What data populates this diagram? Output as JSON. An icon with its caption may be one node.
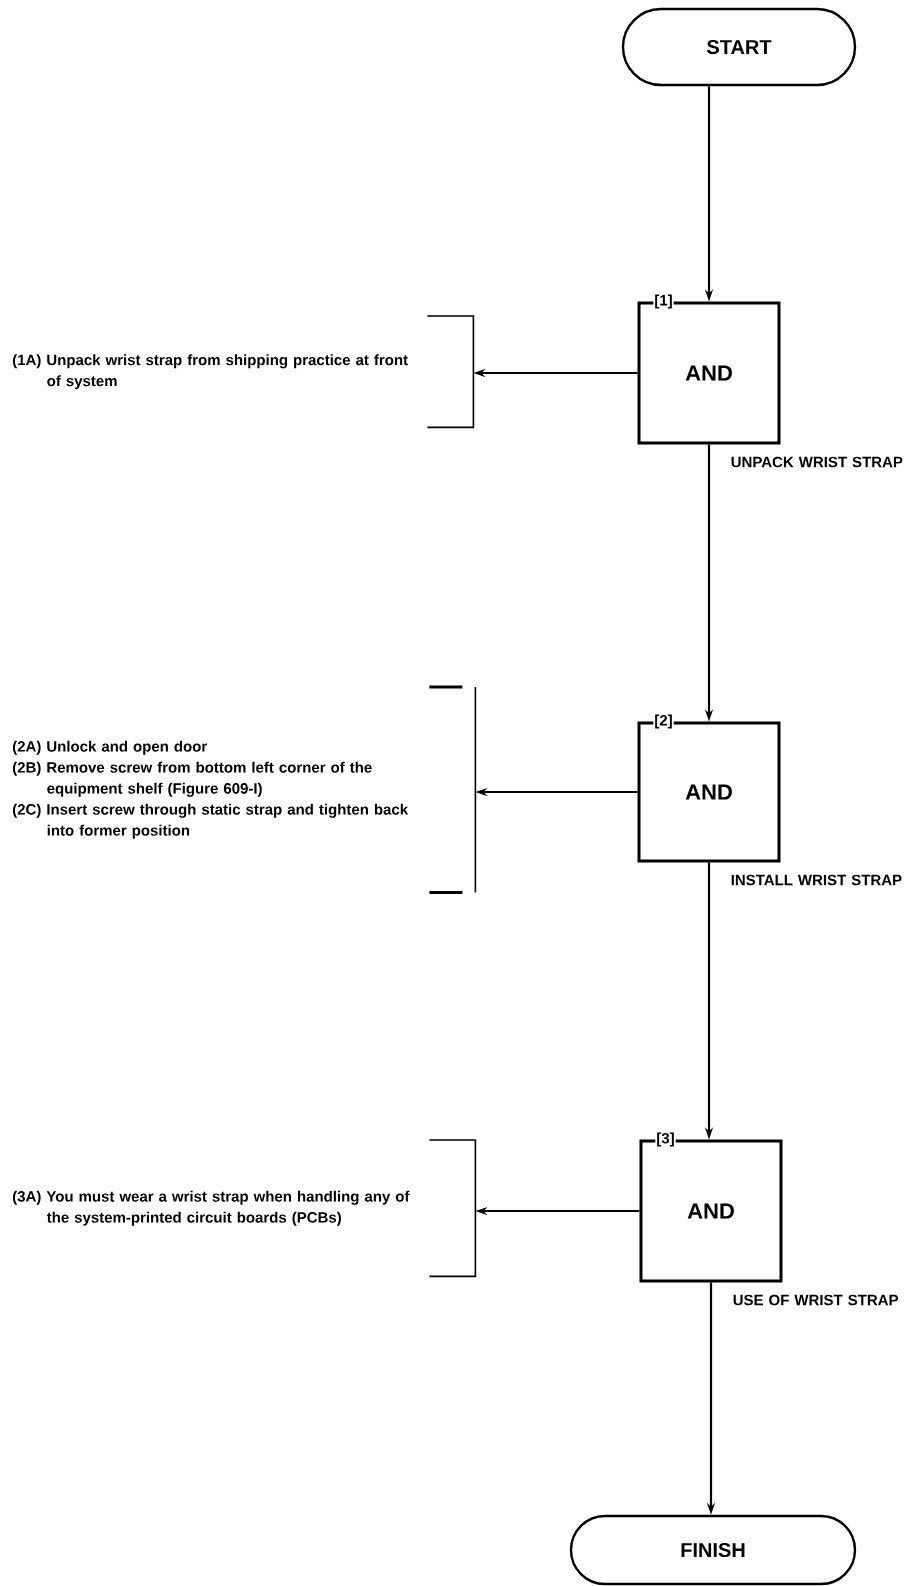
{
  "diagram": {
    "nodes": [
      {
        "text": [
          "START"
        ]
      },
      {
        "text": [
          "[1]",
          "AND"
        ],
        "beside": [
          "UNPACK WRIST STRAP"
        ]
      },
      {
        "text": [
          "(1A) Unpack wrist strap from shipping practice at front of system"
        ]
      },
      {
        "text": [
          "[2]",
          "AND"
        ],
        "beside": [
          "INSTALL WRIST STRAP"
        ]
      },
      {
        "text": [
          "(2A) Unlock and open door",
          "(2B) Remove screw from bottom left corner of the equipment shelf (Figure 609-I)",
          "(2C) Insert screw through static strap and tighten back into former position"
        ]
      },
      {
        "text": [
          "[3]",
          "AND"
        ],
        "beside": [
          "USE OF WRIST STRAP"
        ]
      },
      {
        "text": [
          "(3A) You must wear a wrist strap when handling any of the system-printed circuit boards (PCBs)"
        ]
      },
      {
        "text": [
          "FINISH"
        ]
      }
    ],
    "edges": [
      {
        "from": 0,
        "to": 1,
        "arrow": "to"
      },
      {
        "from": 1,
        "to": 2,
        "arrow": "to"
      },
      {
        "from": 1,
        "to": 3,
        "arrow": "to"
      },
      {
        "from": 3,
        "to": 4,
        "arrow": "to"
      },
      {
        "from": 3,
        "to": 5,
        "arrow": "to"
      },
      {
        "from": 5,
        "to": 6,
        "arrow": "to"
      },
      {
        "from": 5,
        "to": 7,
        "arrow": "to"
      }
    ]
  }
}
